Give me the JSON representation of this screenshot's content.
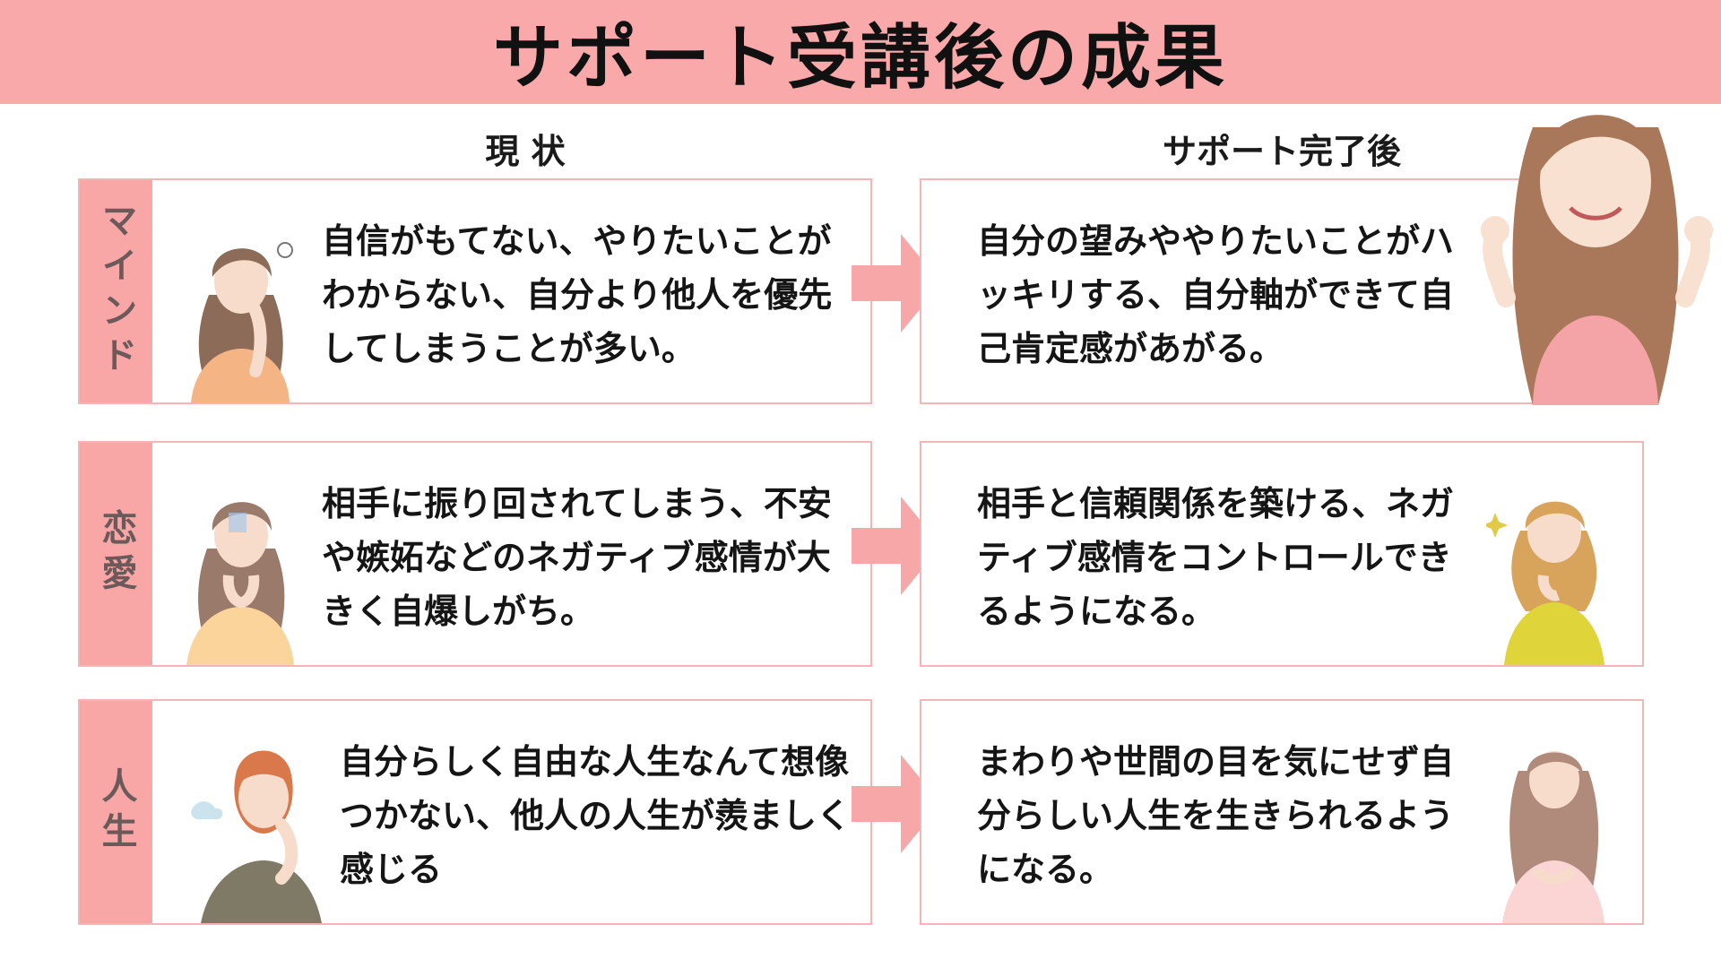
{
  "title": "サポート受講後の成果",
  "headers": {
    "current": "現 状",
    "after": "サポート完了後"
  },
  "rows": [
    {
      "category": "マインド",
      "current": "自信がもてない、やりたいことがわからない、自分より他人を優先してしまうことが多い。",
      "after": "自分の望みややりたいことがハッキリする、自分軸ができて自己肯定感があがる。"
    },
    {
      "category": "恋愛",
      "current": "相手に振り回されてしまう、不安や嫉妬などのネガティブ感情が大きく自爆しがち。",
      "after": "相手と信頼関係を築ける、ネガティブ感情をコントロールできるようになる。"
    },
    {
      "category": "人生",
      "current": "自分らしく自由な人生なんて想像つかない、他人の人生が羨ましく感じる",
      "after": "まわりや世間の目を気にせず自分らしい人生を生きられるようになる。"
    }
  ],
  "colors": {
    "banner": "#f9a9a9",
    "category": "#f8a6a6",
    "border": "#f4b6b4",
    "arrow": "#f7a7a7"
  }
}
